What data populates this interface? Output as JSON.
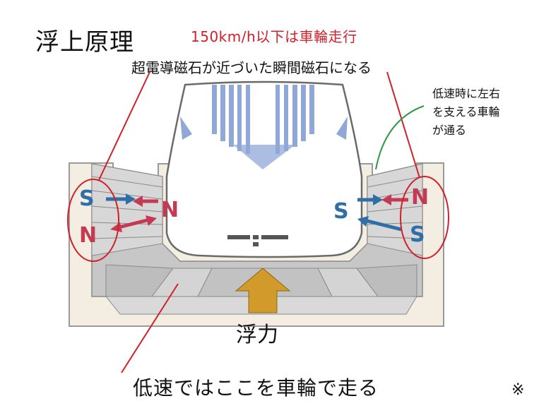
{
  "title": "浮上原理",
  "subtitle": "150km/h以下は車輪走行",
  "annotations": {
    "top": "超電導磁石が近づいた瞬間磁石になる",
    "side_lines": [
      "低速時に左右",
      "を支える車輪",
      "が通る"
    ],
    "lift": "浮力",
    "bottom": "低速ではここを車輪で走る",
    "mark": "※"
  },
  "poles": {
    "left_outer_top": "S",
    "left_outer_bottom": "N",
    "left_inner": "N",
    "right_inner": "S",
    "right_outer_top": "N",
    "right_outer_bottom": "S"
  },
  "colors": {
    "guideway": "#f4ede1",
    "guideway_stroke": "#9a9a9a",
    "channel_gray": "#bdbdbd",
    "vehicle_stripe": "#8fa8d8",
    "south_pole": "#2f6fa8",
    "north_pole": "#c33a52",
    "highlight_red": "#d0202a",
    "lift_arrow": "#d19a2a",
    "callout_green": "#2e9a48"
  }
}
